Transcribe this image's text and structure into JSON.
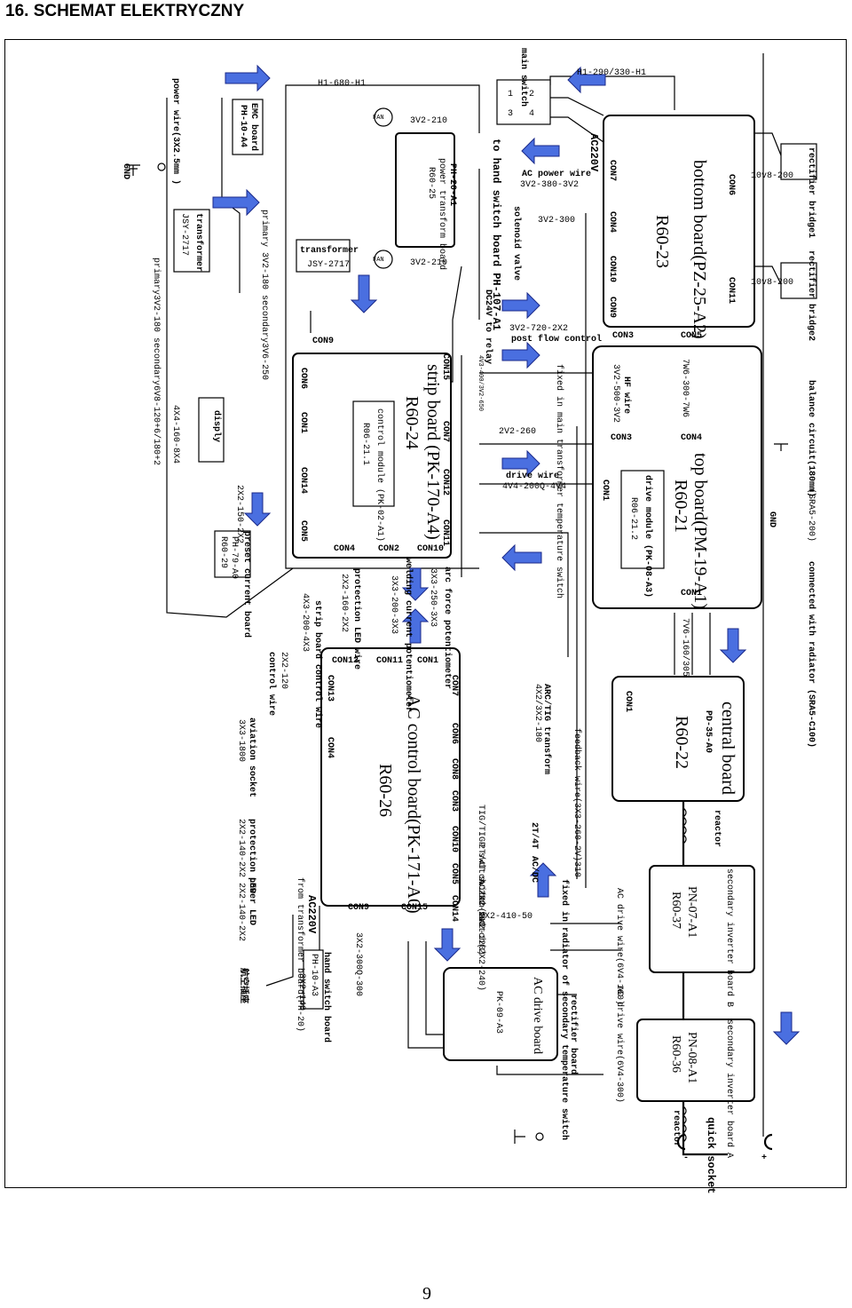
{
  "page": {
    "title": "16. SCHEMAT ELEKTRYCZNY",
    "page_number": "9"
  },
  "boards": {
    "bottom": {
      "name": "bottom board(PZ-25-A2)",
      "code": "R60-23"
    },
    "top": {
      "name": "top board(PM-19-A1)",
      "code": "R60-21"
    },
    "drive_module_top": {
      "name": "drive module (PK-08-A3)",
      "code": "R06-21.2"
    },
    "central": {
      "name": "central board",
      "model": "PD-35-A0",
      "code": "R60-22"
    },
    "strip": {
      "name": "strip board (PK-170-A4)",
      "code": "R60-24"
    },
    "control_module": {
      "name": "control module (PK-02-A1)",
      "code": "R06-21.1"
    },
    "ac_control": {
      "name": "AC control board(PK-171-A0)",
      "code": "R60-26"
    },
    "ac_drive": {
      "name": "AC drive board",
      "code": "PK-09-A3"
    },
    "inverter_b": {
      "name": "secondary inverter board B",
      "model": "PN-07-A1",
      "code": "R60-37"
    },
    "inverter_a": {
      "name": "secondary inverter board A",
      "model": "PN-08-A1",
      "code": "R60-36"
    },
    "power_transformer": {
      "name": "PH-20-A1",
      "sub": "power transform board",
      "code": "R60-25"
    },
    "hand_switch": {
      "name": "to hand switch board PH-107-A1"
    },
    "emc": {
      "name": "EMC board",
      "code": "PH-10-A4"
    },
    "transformer1": {
      "name": "transformer",
      "code": "JSY-2717"
    },
    "transformer2": {
      "name": "transformer",
      "code": "JSY-2717"
    },
    "display": {
      "name": "disply"
    },
    "preset_current": {
      "name": "preset current board",
      "model": "PH-79-A0",
      "code": "R60-29"
    },
    "hand_switch_board": {
      "name": "hand switch board",
      "sub": "PH-10-A3"
    }
  },
  "labels": {
    "power_wire": "power wire(3X2.5mm )",
    "gnd1": "GND",
    "h1_680": "H1-680-H1",
    "h1_290": "H1-290/330-H1",
    "main_switch": "main switch",
    "ac220v_top": "AC220V",
    "ac_power_wire": "AC power wire",
    "ac_power_wire_code": "3V2-380-3V2",
    "solenoid": "solenoid valve",
    "solenoid_code": "3V2-300",
    "dc24v": "DC24V to relay",
    "fan1": "FAN",
    "fan2": "FAN",
    "fan1_wire": "3V2-210",
    "fan2_wire": "3V2-210",
    "primary1": "primary 3V2-180 secondary3V6-250",
    "primary2": "primary3V2-180 secondary6V8-120+6/180+2",
    "disp_wire": "4X4-160-8X4",
    "preset_wire": "2X2-150-2X2",
    "post_flow": "3V2-720-2X2",
    "post_flow_lbl": "post flow control",
    "temp_switch": "fixed in main transformer temperature switch",
    "temp_code": "2V2-260",
    "drive_wire": "drive wire",
    "drive_wire_code": "4V4-200Q-4V4",
    "con15_wire": "4V3-400/3V2-650",
    "hf_wire": "HF wire",
    "hf_code": "3V2-500-3V2",
    "con5_wire": "7W6-300-7W6",
    "rect1": "rectifier bridge1",
    "rect2": "rectifier bridge2",
    "v200_1": "10v8-200",
    "v200_2": "10v8-200",
    "balance": "balance circuit(180mm)",
    "sra5_200": "(SRA5-200)",
    "sra5_c100": "connected with radiator (SRA5-C100)",
    "gnd2": "GND",
    "con1_wire": "7V6-160/305",
    "feedback": "feedback wire(3X3-260-2V)310",
    "arc_force": "arc force potentiometer",
    "arc_force_code": "3X3-250-3X3",
    "welding_current": "welding current potentiometer",
    "welding_current_code": "3X3-200-3X3",
    "protection_led_wire": "protection LED wire",
    "prot_led_code": "2X2-160-2X2",
    "strip_ctrl": "strip board control wire",
    "strip_ctrl_code": "4X3-200-4X3",
    "ctrl_wire": "control wire",
    "ctrl_wire_code": "2X2-120",
    "aviation": "aviation socket",
    "aviation_code": "3X3-1800",
    "protection_led": "protection LED",
    "power_led": "power LED",
    "led_codes": "2X2-140-2X2  2X2-140-2X2",
    "ac220v_bottom": "AC220V",
    "transformer_wire": "from transformer board(PH-20)",
    "hand_wire": "3X2-300Q-300",
    "hand_wire2": "3X2-140",
    "chinese": "航空插座",
    "arc_trans": "ARC/TIG transform",
    "arc_trans_code": "4X2/3X2-180",
    "tig": "TIG/TIGP switch 2X2-210",
    "t2t4": "2T/4T",
    "t2t4_code": "2T/4T switch(2X2-120)",
    "acdc": "AC/DC",
    "acdc_code": "AC/DC switch(2X2-240)",
    "con14_code": "2X2-410-50",
    "radiator_temp": "fixed in radiator of secondary temperature switch",
    "rec_board": "rectifier board",
    "reactor1": "reactor",
    "reactor2": "reactor",
    "ac_drive_b": "AC drive wire(6V4-160)",
    "ac_drive_a": "AC drive wire(6V4-300)",
    "quick_socket": "quick socket",
    "plus": "+",
    "minus": "-"
  },
  "connectors": {
    "con7": "CON7",
    "con4": "CON4",
    "con10": "CON10",
    "con9": "CON9",
    "con6": "CON6",
    "con11": "CON11",
    "con3": "CON3",
    "con5": "CON5",
    "con1": "CON1",
    "con15": "CON15",
    "con12": "CON12",
    "con2": "CON2",
    "con13": "CON13",
    "con14": "CON14",
    "con8": "CON8"
  }
}
